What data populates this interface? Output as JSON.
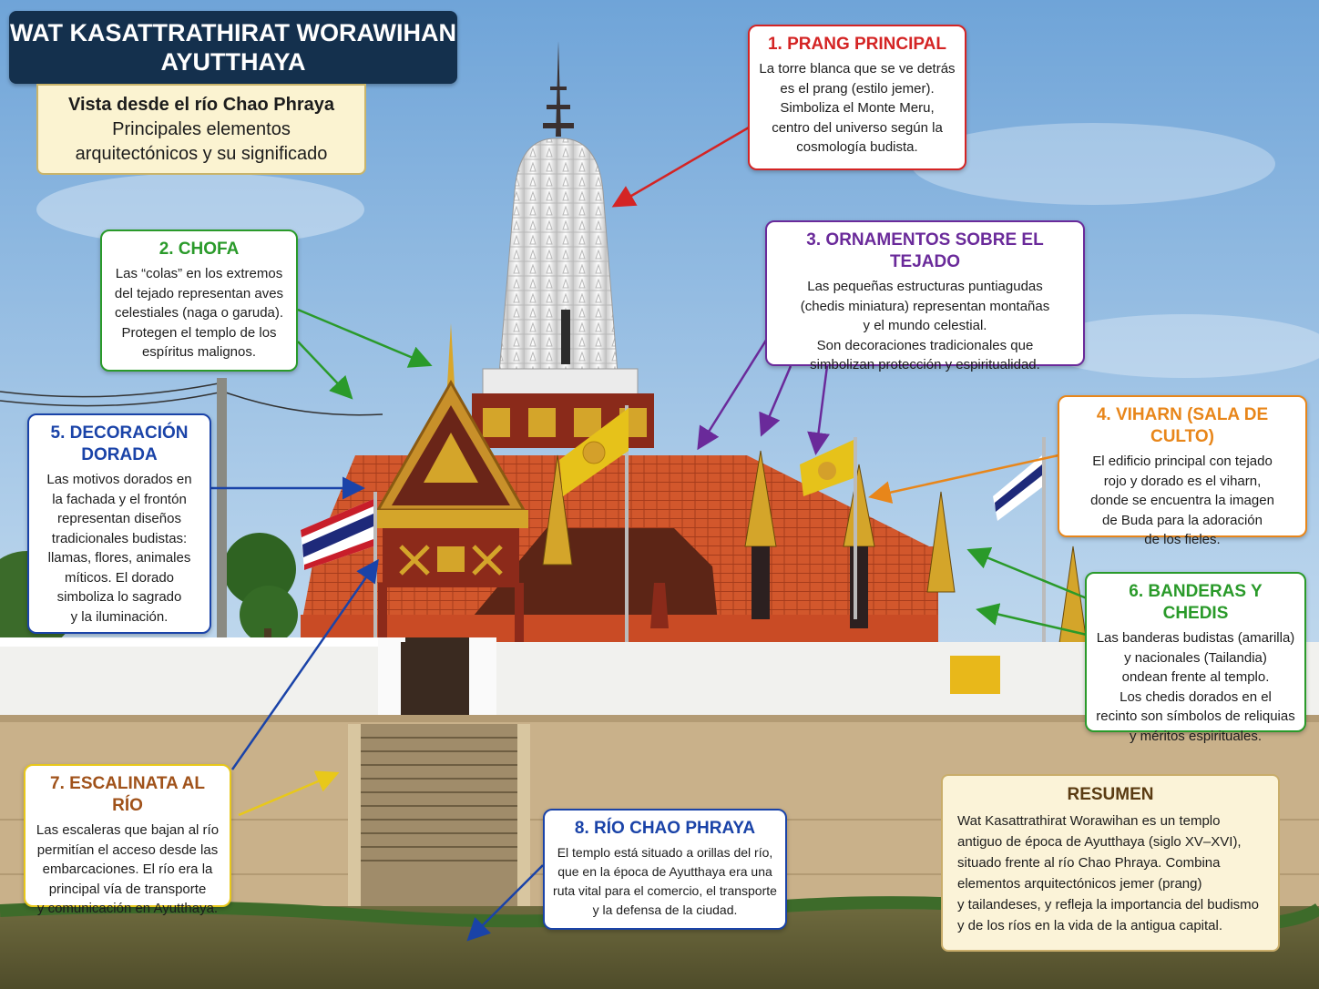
{
  "header": {
    "title_line1": "WAT KASATTRATHIRAT WORAWIHAN",
    "title_line2": "AYUTTHAYA",
    "subtitle_line1": "Vista desde el río Chao Phraya",
    "subtitle_line2": "Principales elementos",
    "subtitle_line3": "arquitectónicos y su significado"
  },
  "colors": {
    "title_bg": "#14304d",
    "red": "#d42424",
    "green": "#2a9a2a",
    "purple": "#6a2a9a",
    "orange": "#e8861a",
    "blue": "#1a43a8",
    "yellow": "#e8c81a",
    "summary_bg": "#fbf3d8"
  },
  "annotations": [
    {
      "title": "1. PRANG PRINCIPAL",
      "text": "La torre blanca que se ve detrás\nes el prang (estilo jemer).\nSimboliza el Monte Meru,\ncentro del universo según la\ncosmología budista."
    },
    {
      "title": "2. CHOFA",
      "text": "Las “colas” en los extremos\ndel tejado representan aves\ncelestiales (naga o garuda).\nProtegen el templo de los\nespíritus malignos."
    },
    {
      "title": "3. ORNAMENTOS SOBRE EL TEJADO",
      "text": "Las pequeñas estructuras puntiagudas\n(chedis miniatura) representan montañas\ny el mundo celestial.\nSon decoraciones tradicionales que\nsimbolizan protección y espiritualidad."
    },
    {
      "title": "4. VIHARN (SALA DE CULTO)",
      "text": "El edificio principal con tejado\nrojo y dorado es el viharn,\ndonde se encuentra la imagen\nde Buda para la adoración\nde los fieles."
    },
    {
      "title": "5. DECORACIÓN DORADA",
      "text": "Las motivos dorados en\nla fachada y el frontón\nrepresentan diseños\ntradicionales budistas:\nllamas, flores, animales\nmíticos. El dorado\nsimboliza lo sagrado\ny la iluminación."
    },
    {
      "title": "6. BANDERAS Y CHEDIS",
      "text": "Las banderas budistas (amarilla)\ny nacionales (Tailandia)\nondean frente al templo.\nLos chedis dorados en el\nrecinto son símbolos de reliquias\ny méritos espirituales."
    },
    {
      "title": "7. ESCALINATA AL RÍO",
      "text": "Las escaleras que bajan al río\npermitían el acceso desde las\nembarcaciones. El río era la\nprincipal vía de transporte\ny comunicación en Ayutthaya."
    },
    {
      "title": "8. RÍO CHAO PHRAYA",
      "text": "El templo está situado a orillas del río,\nque en la época de Ayutthaya era una\nruta vital para el comercio, el transporte\ny la defensa de la ciudad."
    }
  ],
  "summary": {
    "title": "RESUMEN",
    "text": "Wat Kasattrathirat Worawihan es un templo\nantiguo de época de Ayutthaya (siglo XV–XVI),\nsituado frente al río Chao Phraya. Combina\nelementos arquitectónicos jemer (prang)\ny tailandeses, y refleja la importancia del budismo\ny de los ríos en la vida de la antigua capital."
  }
}
